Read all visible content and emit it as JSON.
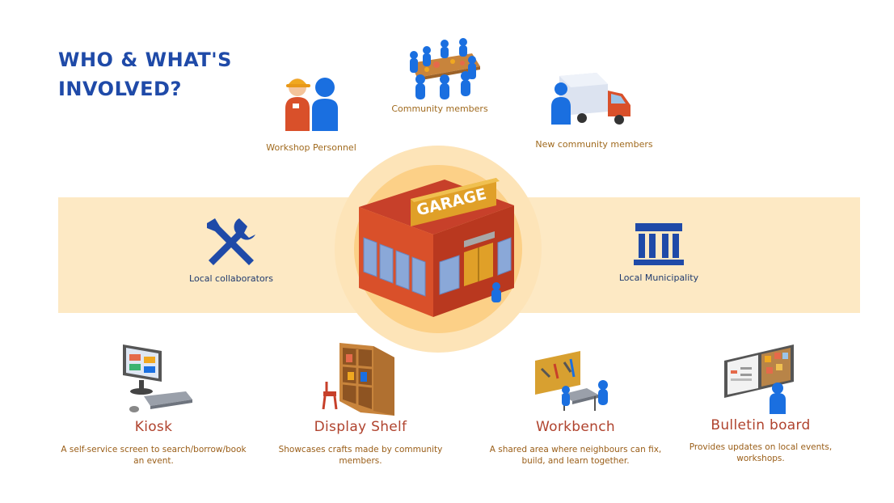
{
  "title": "WHO & WHAT'S INVOLVED?",
  "center": {
    "sign": "GARAGE"
  },
  "roles": {
    "workshop_personnel": "Workshop Personnel",
    "community_members": "Community members",
    "new_community_members": "New community members",
    "local_collaborators": "Local collaborators",
    "local_municipality": "Local Municipality"
  },
  "facilities": [
    {
      "title": "Kiosk",
      "description": "A self-service screen to search/borrow/book an event."
    },
    {
      "title": "Display Shelf",
      "description": "Showcases crafts made by community members."
    },
    {
      "title": "Workbench",
      "description": "A shared area where neighbours can fix, build, and learn together."
    },
    {
      "title": "Bulletin board",
      "description": "Provides updates on local events, workshops."
    }
  ],
  "colors": {
    "title_blue": "#1f4aa8",
    "person_blue": "#1a6fe0",
    "band": "#fde9c4",
    "circle": "#fcd087",
    "facility_title": "#b0432e",
    "label_gold": "#a06a1e"
  },
  "icons": [
    "person-icon",
    "tools-icon",
    "building-columns-icon",
    "truck-icon",
    "garage-building-icon",
    "kiosk-icon",
    "shelf-icon",
    "workbench-icon",
    "bulletin-board-icon"
  ]
}
